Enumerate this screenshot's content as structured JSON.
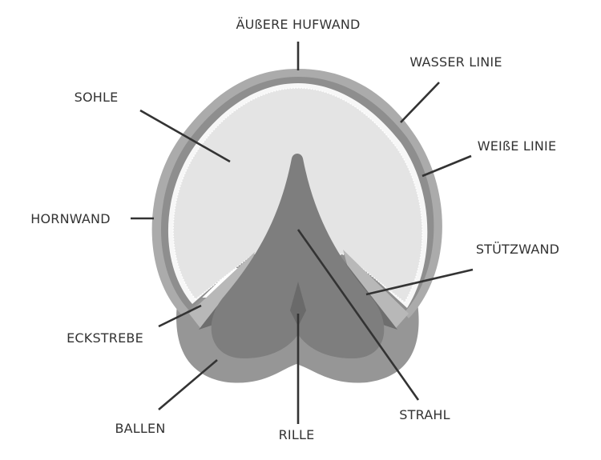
{
  "labels": {
    "outer_wall": "ÄUßERE HUFWAND",
    "water_line": "WASSER LINIE",
    "sole": "SOHLE",
    "white_line": "WEIßE LINIE",
    "horn_wall": "HORNWAND",
    "bar": "STÜTZWAND",
    "heel_bar": "ECKSTREBE",
    "bulbs": "BALLEN",
    "groove": "RILLE",
    "frog": "STRAHL"
  },
  "colors": {
    "outer_wall": "#a8a8a8",
    "water_line": "#8e8e8e",
    "sole": "#e4e4e4",
    "frog": "#7e7e7e",
    "bulbs": "#969696",
    "text": "#333333"
  }
}
